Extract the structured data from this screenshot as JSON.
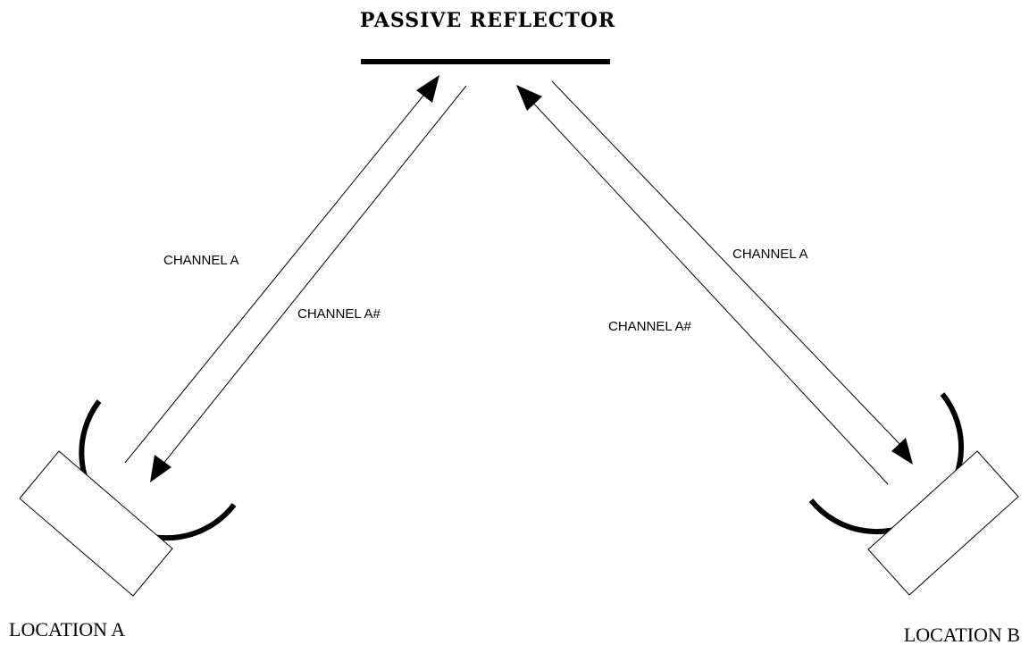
{
  "title": "PASSIVE REFLECTOR",
  "left_path": {
    "channel_up_label": "CHANNEL A",
    "channel_down_label": "CHANNEL A#"
  },
  "right_path": {
    "channel_down_label": "CHANNEL A",
    "channel_up_label": "CHANNEL A#"
  },
  "location_a": {
    "label": "LOCATION A"
  },
  "location_b": {
    "label": "LOCATION B"
  },
  "colors": {
    "ink": "#000000",
    "background": "#ffffff"
  }
}
